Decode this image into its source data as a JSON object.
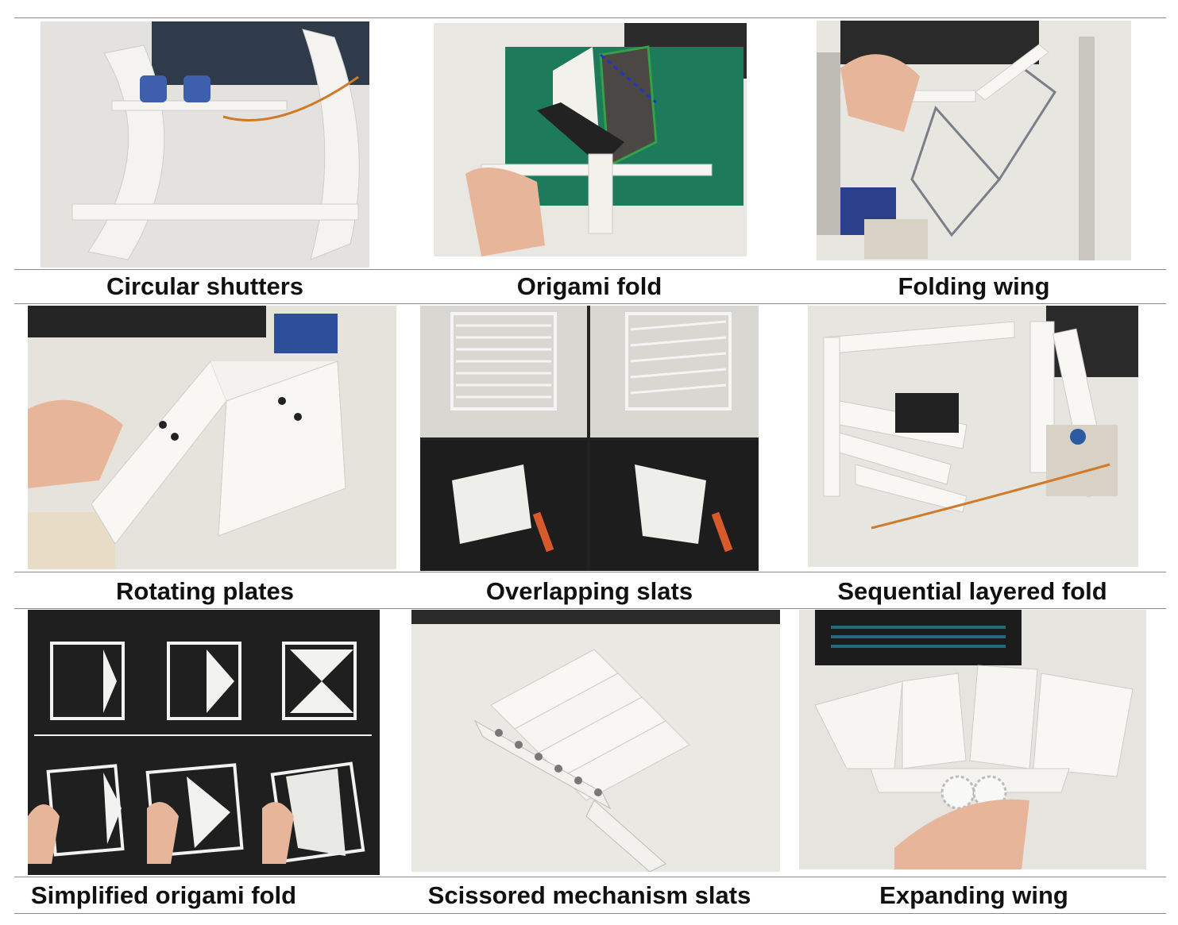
{
  "figure": {
    "captions": {
      "circular_shutters": "Circular shutters",
      "origami_fold": "Origami fold",
      "folding_wing": "Folding wing",
      "rotating_plates": "Rotating plates",
      "overlapping_slats": "Overlapping slats",
      "sequential_layered_fold": "Sequential layered fold",
      "simplified_origami_fold": "Simplified origami fold",
      "scissored_mechanism_slats": "Scissored mechanism slats",
      "expanding_wing": "Expanding wing"
    }
  }
}
